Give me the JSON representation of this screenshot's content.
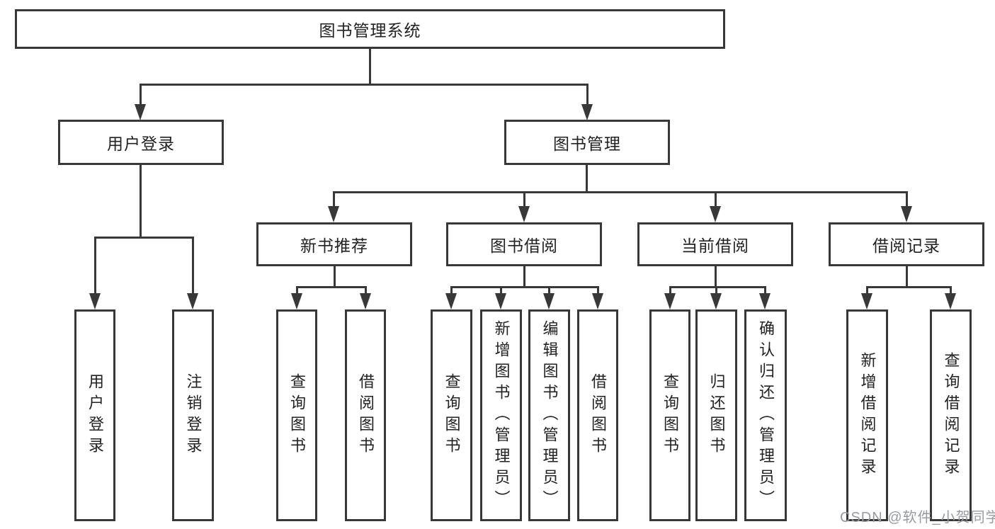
{
  "nodes": {
    "root": "图书管理系统",
    "level2": {
      "user_login": "用户登录",
      "book_management": "图书管理"
    },
    "level3": {
      "new_book_recommend": "新书推荐",
      "book_borrowing": "图书借阅",
      "current_borrowing": "当前借阅",
      "borrowing_records": "借阅记录"
    },
    "leaves": {
      "user_login_login": "用户登录",
      "user_login_logout": "注销登录",
      "new_books_query": "查询图书",
      "new_books_borrow": "借阅图书",
      "borrowing_query": "查询图书",
      "borrowing_add": "新增图书（管理员）",
      "borrowing_edit": "编辑图书（管理员）",
      "borrowing_borrow": "借阅图书",
      "current_query": "查询图书",
      "current_return": "归还图书",
      "current_confirm_return": "确认归还（管理员）",
      "records_add": "新增借阅记录",
      "records_query": "查询借阅记录"
    }
  },
  "watermark": "CSDN @软件_小贺同学",
  "colors": {
    "line": "#383838",
    "text": "#222222",
    "background": "#ffffff",
    "watermark": "#959ba3"
  }
}
